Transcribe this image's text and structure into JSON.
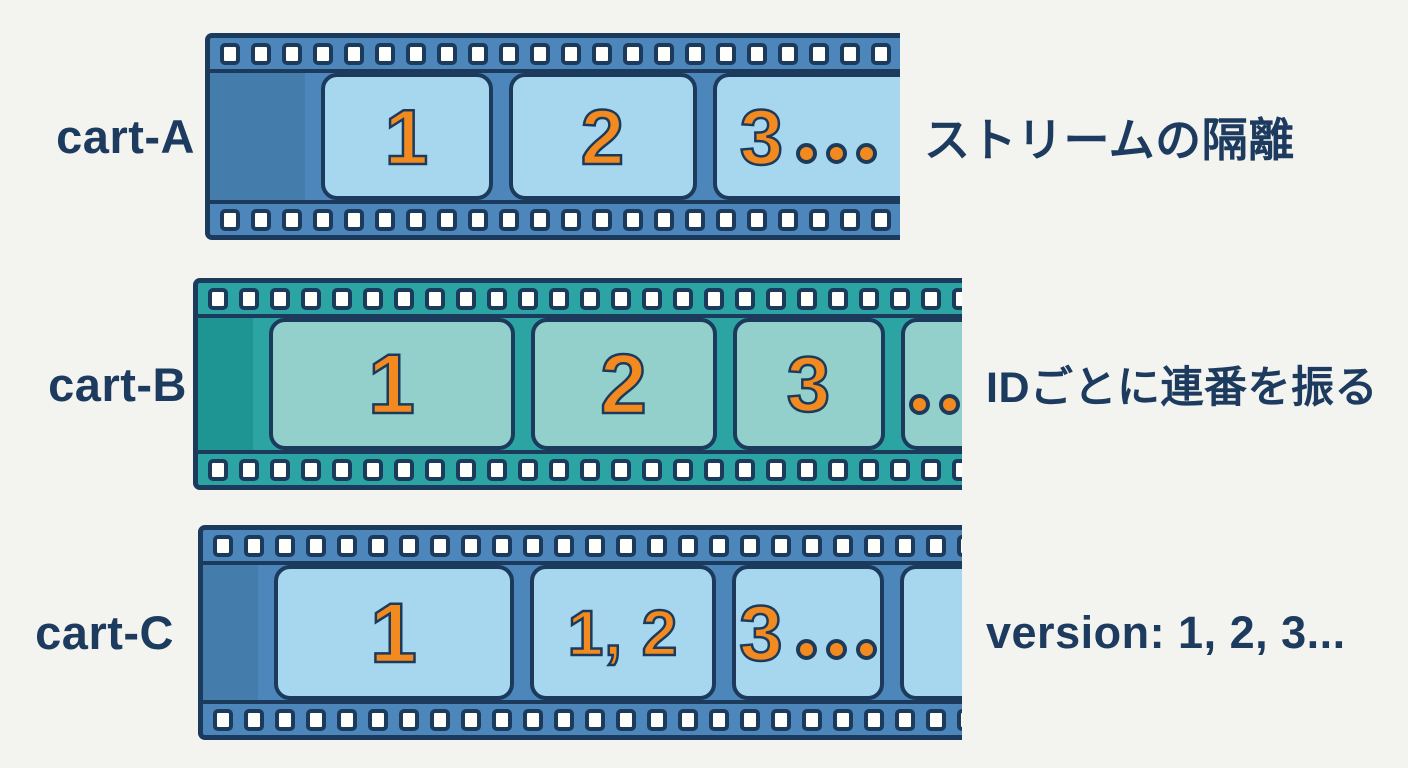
{
  "colors": {
    "background": "#f3f3f0",
    "outline_navy": "#1c3a5c",
    "text_navy": "#1d3b5e",
    "number_orange": "#f28a1f",
    "blue_strip": "#4d86ba",
    "blue_strip_dark": "#447cab",
    "blue_frame": "#a6d7ef",
    "teal_strip": "#2ba4a3",
    "teal_strip_dark": "#1f9593",
    "teal_frame": "#93d0cc",
    "sprocket_hole": "#fefefb"
  },
  "rows": [
    {
      "label": "cart-A",
      "theme": "blue",
      "annotation": "ストリームの隔離",
      "frames": [
        {
          "text": "1",
          "ellipsis": false
        },
        {
          "text": "2",
          "ellipsis": false
        },
        {
          "text": "3",
          "ellipsis": true,
          "cut": true
        }
      ]
    },
    {
      "label": "cart-B",
      "theme": "teal",
      "annotation": "IDごとに連番を振る",
      "frames": [
        {
          "text": "1",
          "ellipsis": false
        },
        {
          "text": "2",
          "ellipsis": false
        },
        {
          "text": "3",
          "ellipsis": false
        },
        {
          "text": "",
          "ellipsis": true,
          "cut": true
        }
      ]
    },
    {
      "label": "cart-C",
      "theme": "blue",
      "annotation": "version: 1, 2, 3...",
      "frames": [
        {
          "text": "1",
          "ellipsis": false
        },
        {
          "text": "1, 2",
          "ellipsis": false
        },
        {
          "text": "3",
          "ellipsis": true
        },
        {
          "text": "",
          "ellipsis": false,
          "cut": true
        }
      ]
    }
  ]
}
